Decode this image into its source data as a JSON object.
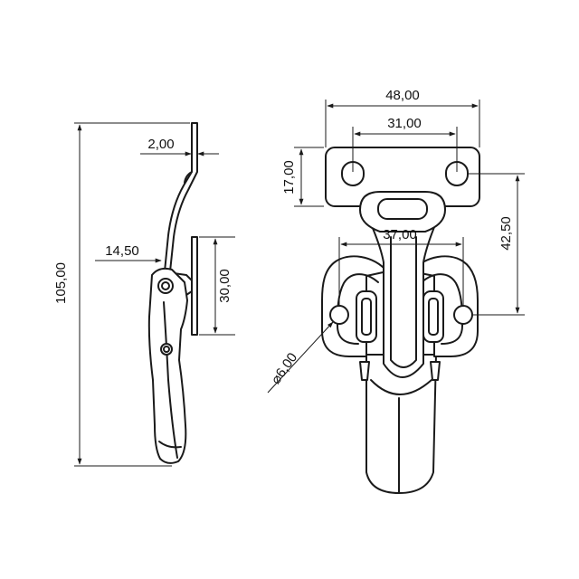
{
  "dimensions": {
    "overall_width": "48,00",
    "top_hole_spacing": "31,00",
    "top_plate_height": "17,00",
    "hole_vertical_offset": "42,50",
    "base_hole_spacing": "37,00",
    "hole_diameter": "⌀6,00",
    "sheet_thickness": "2,00",
    "lever_offset": "14,50",
    "base_plate_height": "30,00",
    "overall_length": "105,00"
  },
  "colors": {
    "line": "#1a1a1a",
    "background": "#ffffff"
  }
}
